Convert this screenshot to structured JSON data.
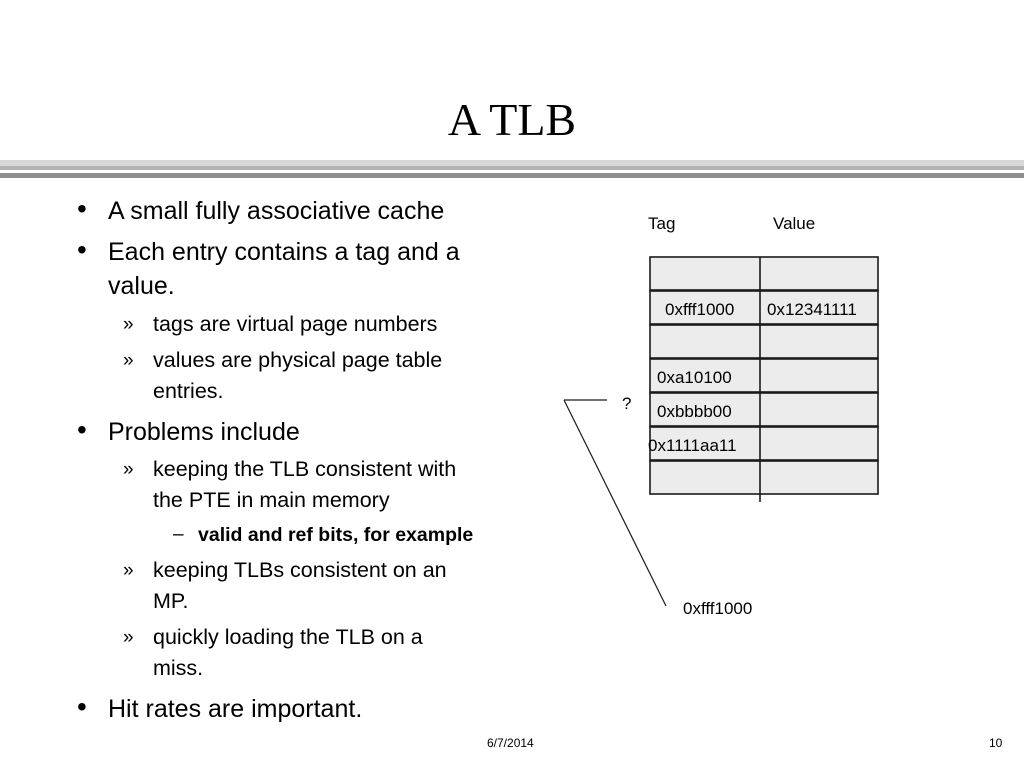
{
  "slide": {
    "title": "A TLB",
    "bullets": [
      {
        "text": "A small fully associative cache"
      },
      {
        "text": "Each entry contains a tag and a",
        "cont": "value."
      },
      {
        "sub": "tags are virtual page numbers"
      },
      {
        "sub": "values are physical page table",
        "cont": "entries."
      },
      {
        "text": "Problems include"
      },
      {
        "sub": "keeping the TLB consistent with",
        "cont": "the PTE in main memory"
      },
      {
        "subsub": "valid and ref bits, for example"
      },
      {
        "sub": "keeping TLBs consistent on an",
        "cont": "MP."
      },
      {
        "sub": "quickly loading the TLB on a",
        "cont": "miss."
      },
      {
        "text": "Hit rates are important."
      }
    ],
    "markers": {
      "bullet": "•",
      "sub": "»",
      "subsub": "–"
    }
  },
  "diagram": {
    "header_tag": "Tag",
    "header_value": "Value",
    "rows": [
      {
        "tag": "",
        "value": ""
      },
      {
        "tag": "0xfff1000",
        "value": "0x12341111"
      },
      {
        "tag": "",
        "value": ""
      },
      {
        "tag": "0xa10100",
        "value": ""
      },
      {
        "tag": "0xbbbb00",
        "value": ""
      },
      {
        "tag": "0x1111aa11",
        "value": ""
      },
      {
        "tag": "",
        "value": ""
      }
    ],
    "question_mark": "?",
    "lookup_address": "0xfff1000"
  },
  "footer": {
    "date": "6/7/2014",
    "page": "10"
  }
}
